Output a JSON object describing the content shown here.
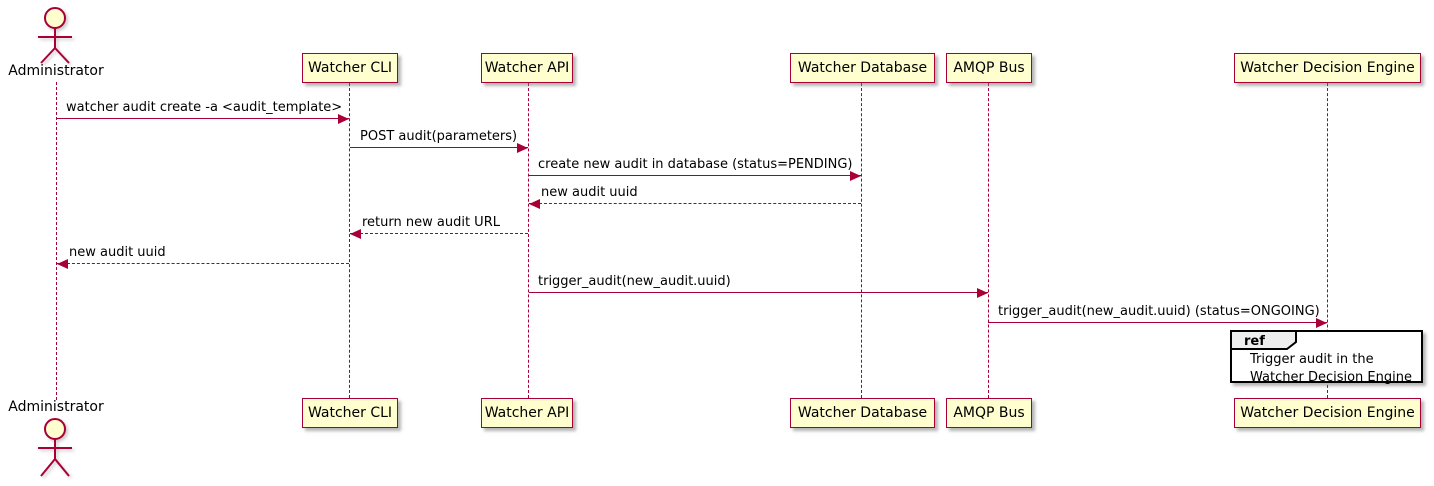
{
  "diagram": {
    "type": "sequence",
    "participants": [
      {
        "label": "Administrator",
        "kind": "actor"
      },
      {
        "label": "Watcher CLI",
        "kind": "participant"
      },
      {
        "label": "Watcher API",
        "kind": "participant"
      },
      {
        "label": "Watcher Database",
        "kind": "participant"
      },
      {
        "label": "AMQP Bus",
        "kind": "participant"
      },
      {
        "label": "Watcher Decision Engine",
        "kind": "participant"
      }
    ],
    "messages": [
      {
        "from": "Administrator",
        "to": "Watcher CLI",
        "label": "watcher audit create -a <audit_template>",
        "style": "solid"
      },
      {
        "from": "Watcher CLI",
        "to": "Watcher API",
        "label": "POST audit(parameters)",
        "style": "solid"
      },
      {
        "from": "Watcher API",
        "to": "Watcher Database",
        "label": "create new audit in database (status=PENDING)",
        "style": "solid"
      },
      {
        "from": "Watcher Database",
        "to": "Watcher API",
        "label": "new audit uuid",
        "style": "dashed"
      },
      {
        "from": "Watcher API",
        "to": "Watcher CLI",
        "label": "return new audit URL",
        "style": "dashed"
      },
      {
        "from": "Watcher CLI",
        "to": "Administrator",
        "label": "new audit uuid",
        "style": "dashed"
      },
      {
        "from": "Watcher API",
        "to": "AMQP Bus",
        "label": "trigger_audit(new_audit.uuid)",
        "style": "solid"
      },
      {
        "from": "AMQP Bus",
        "to": "Watcher Decision Engine",
        "label": "trigger_audit(new_audit.uuid) (status=ONGOING)",
        "style": "solid"
      }
    ],
    "ref": {
      "keyword": "ref",
      "lines": [
        "Trigger audit in the",
        "Watcher Decision Engine"
      ],
      "over": "Watcher Decision Engine"
    },
    "colors": {
      "box_fill": "#FEFECE",
      "box_border": "#A80036",
      "line": "#A80036",
      "ref_border": "#000000",
      "ref_tab_fill": "#EEEEEE",
      "text": "#000000"
    }
  }
}
